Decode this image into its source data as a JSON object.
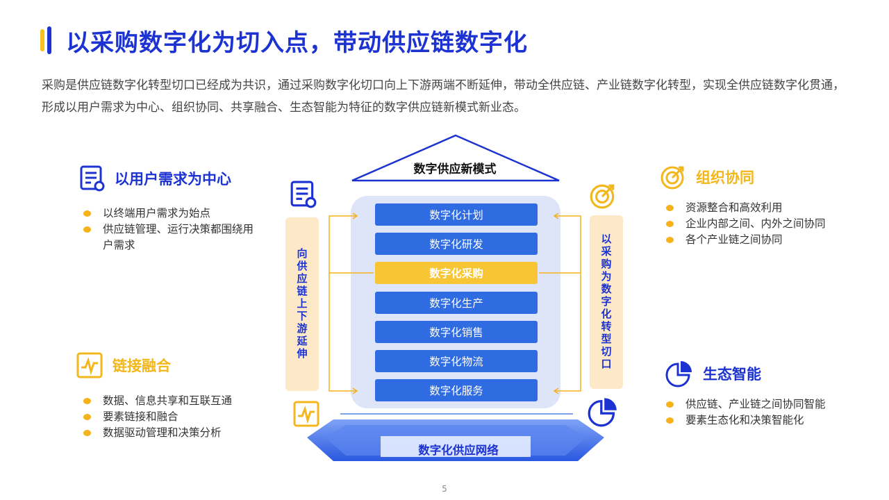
{
  "title": "以采购数字化为切入点，带动供应链数字化",
  "intro": "采购是供应链数字化转型切口已经成为共识，通过采购数字化切口向上下游两端不断延伸，带动全供应链、产业链数字化转型，实现全供应链数字化贯通，形成以用户需求为中心、组织协同、共享融合、生态智能为特征的数字供应链新模式新业态。",
  "sections": {
    "user_demand": {
      "label": "以用户需求为中心",
      "points": [
        "以终端用户需求为始点",
        "供应链管理、运行决策都围绕用户需求"
      ]
    },
    "collaboration": {
      "label": "组织协同",
      "points": [
        "资源整合和高效利用",
        "企业内部之间、内外之间协同",
        "各个产业链之间协同"
      ]
    },
    "fusion": {
      "label": "链接融合",
      "points": [
        "数据、信息共享和互联互通",
        "要素链接和融合",
        "数据驱动管理和决策分析"
      ]
    },
    "ecology": {
      "label": "生态智能",
      "points": [
        "供应链、产业链之间协同智能",
        "要素生态化和决策智能化"
      ]
    }
  },
  "diagram": {
    "roof": "数字供应新模式",
    "base": "数字化供应网络",
    "left_side": "向供应链上下游延伸",
    "right_side": "以采购为数字化转型切口",
    "stack": [
      "数字化计划",
      "数字化研发",
      "数字化采购",
      "数字化生产",
      "数字化销售",
      "数字化物流",
      "数字化服务"
    ],
    "highlight_index": 2
  },
  "colors": {
    "brand_blue": "#1d33d1",
    "accent_yellow": "#f7c21c",
    "block_blue": "#2f6be1"
  },
  "icons": [
    "document-icon",
    "target-icon",
    "pulse-icon",
    "pie-chart-icon"
  ],
  "page_number": "5"
}
